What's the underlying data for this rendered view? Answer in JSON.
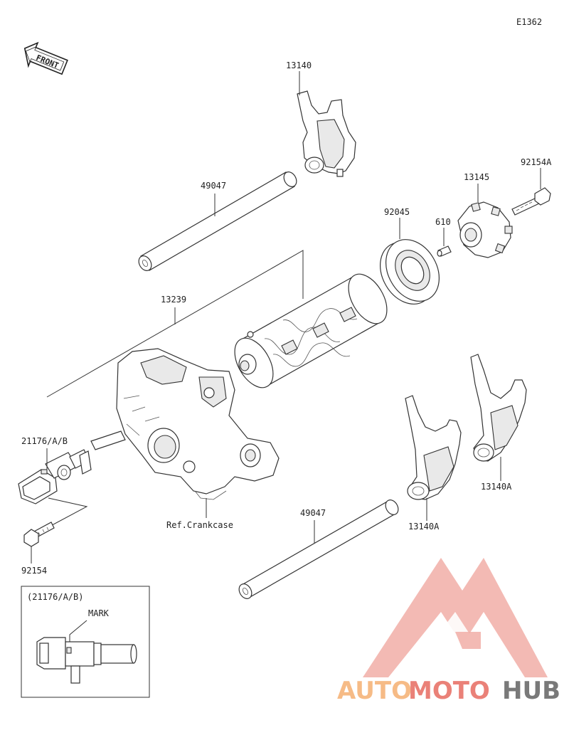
{
  "diagram_code": "E1362",
  "front_label": "FRONT",
  "labels": {
    "fork_top": "13140",
    "shaft_top": "49047",
    "bolt_right": "92154A",
    "cam_plate": "13145",
    "bearing": "92045",
    "pin": "610",
    "drum": "13239",
    "sensor": "21176/A/B",
    "crankcase_ref": "Ref.Crankcase",
    "bolt_left": "92154",
    "shaft_bottom": "49047",
    "fork_right": "13140A",
    "fork_mid": "13140A"
  },
  "inset": {
    "title": "(21176/A/B)",
    "mark_label": "MARK"
  },
  "watermark": {
    "part1": "AUTO",
    "part2": "MOTO",
    "part3": "HUB",
    "color_orange": "#f6b47a",
    "color_red": "#e8746a",
    "color_gray": "#6b6b6b"
  }
}
